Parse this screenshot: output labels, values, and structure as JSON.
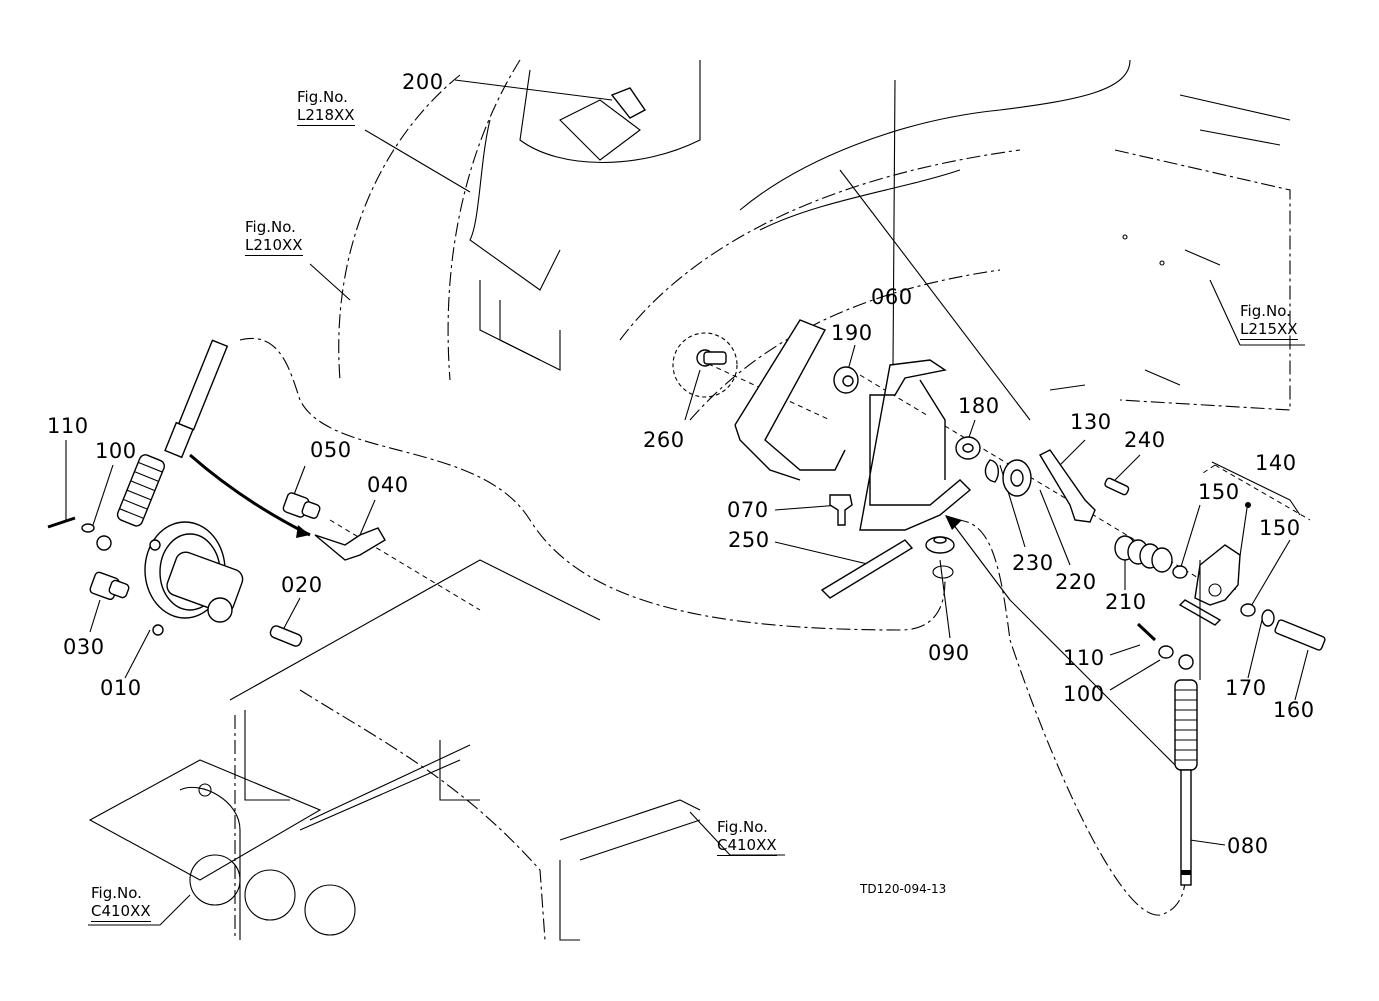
{
  "diagram": {
    "document_id": "TD120-094-13",
    "figure_references": [
      {
        "prefix": "Fig.No.",
        "code": "L218XX"
      },
      {
        "prefix": "Fig.No.",
        "code": "L210XX"
      },
      {
        "prefix": "Fig.No.",
        "code": "L215XX"
      },
      {
        "prefix": "Fig.No.",
        "code": "C410XX"
      },
      {
        "prefix": "Fig.No.",
        "code": "C410XX"
      }
    ],
    "part_labels": {
      "p200": "200",
      "p060": "060",
      "p190": "190",
      "p260": "260",
      "p180": "180",
      "p130": "130",
      "p240": "240",
      "p140": "140",
      "p150a": "150",
      "p150b": "150",
      "p070": "070",
      "p250": "250",
      "p230": "230",
      "p220": "220",
      "p210": "210",
      "p090": "090",
      "p110a": "110",
      "p100a": "100",
      "p050": "050",
      "p040": "040",
      "p020": "020",
      "p030": "030",
      "p010": "010",
      "p110b": "110",
      "p100b": "100",
      "p170": "170",
      "p160": "160",
      "p080": "080"
    }
  }
}
